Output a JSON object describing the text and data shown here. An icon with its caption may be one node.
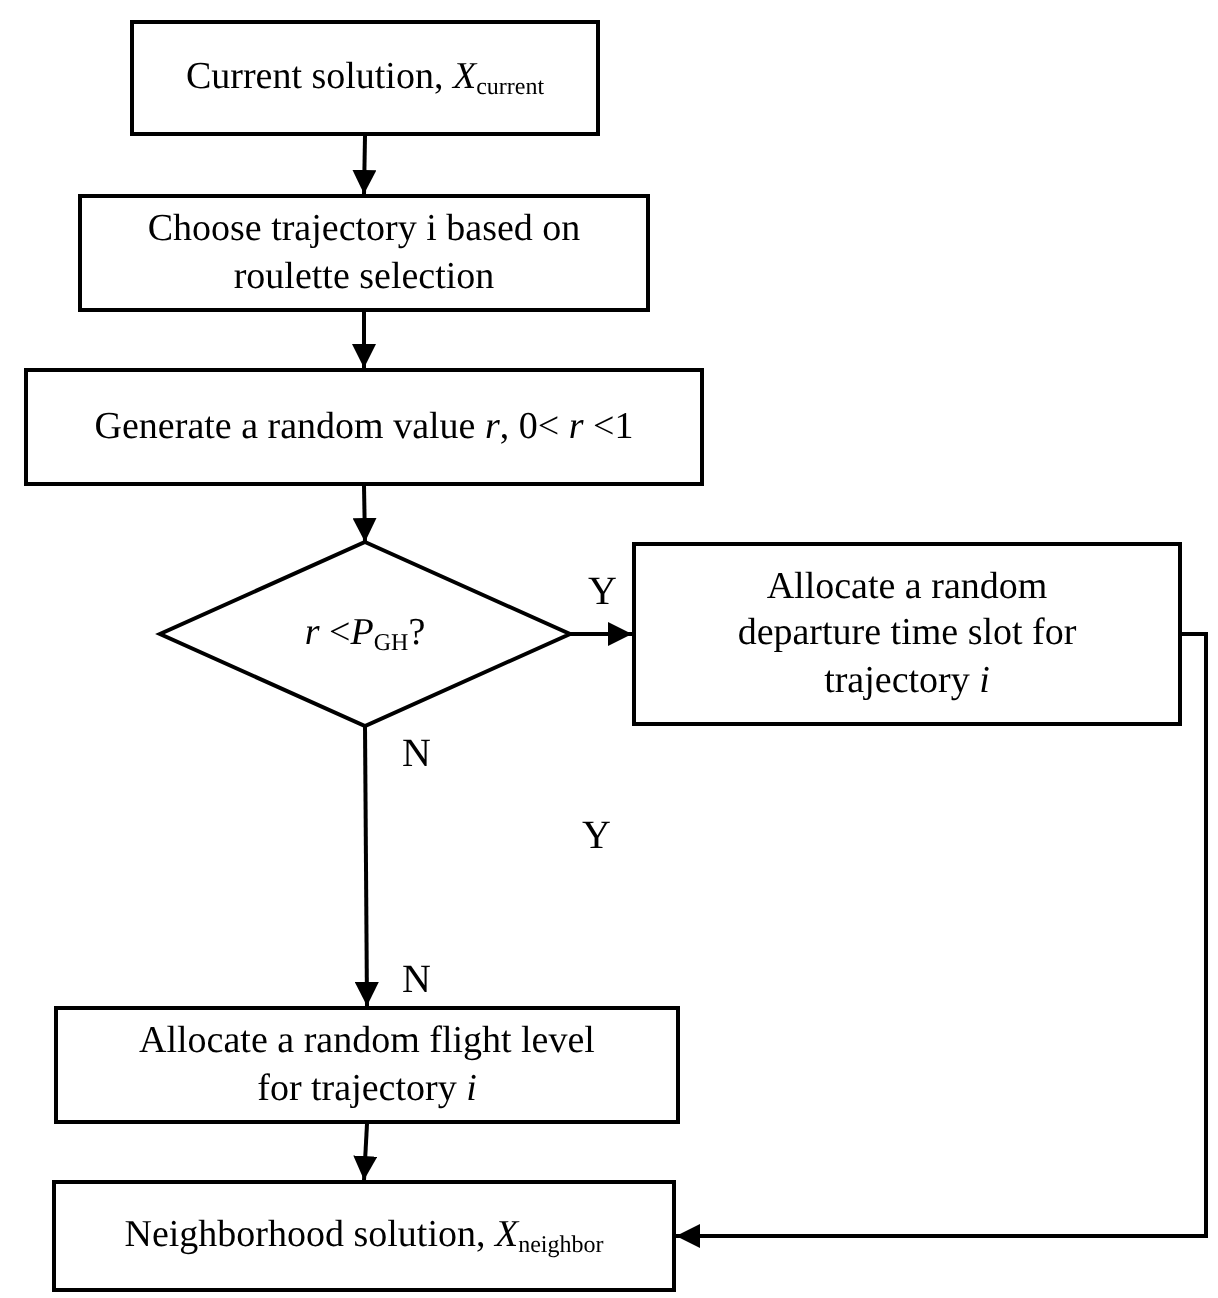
{
  "diagram": {
    "nodes": [
      {
        "text": [
          "Current solution, *X*$_{current}$"
        ]
      },
      {
        "text": [
          "Choose trajectory i based on roulette selection"
        ]
      },
      {
        "text": [
          "Generate a random value *r*, 0< *r* <1"
        ]
      },
      {
        "text": [
          "*r* <*P*$_{GH}$?"
        ]
      },
      {
        "text": [
          "Allocate a random departure time slot for trajectory *i*"
        ]
      },
      {
        "text": [
          "Allocate a random flight level for trajectory *i*"
        ]
      },
      {
        "text": [
          "Neighborhood solution, *X*$_{neighbor}$"
        ]
      }
    ],
    "edges": [
      {
        "from": 0,
        "to": 1,
        "arrow": "to"
      },
      {
        "from": 1,
        "to": 2,
        "arrow": "to"
      },
      {
        "from": 2,
        "to": 3,
        "arrow": "to"
      },
      {
        "from": 3,
        "to": 4,
        "arrow": "to",
        "label": "Y"
      },
      {
        "from": 3,
        "to": 5,
        "arrow": "to",
        "label": "N"
      },
      {
        "from": 5,
        "to": 6,
        "arrow": "to"
      },
      {
        "from": 4,
        "to": 6,
        "arrow": "to"
      }
    ],
    "labels": [
      "Y",
      "N"
    ]
  }
}
